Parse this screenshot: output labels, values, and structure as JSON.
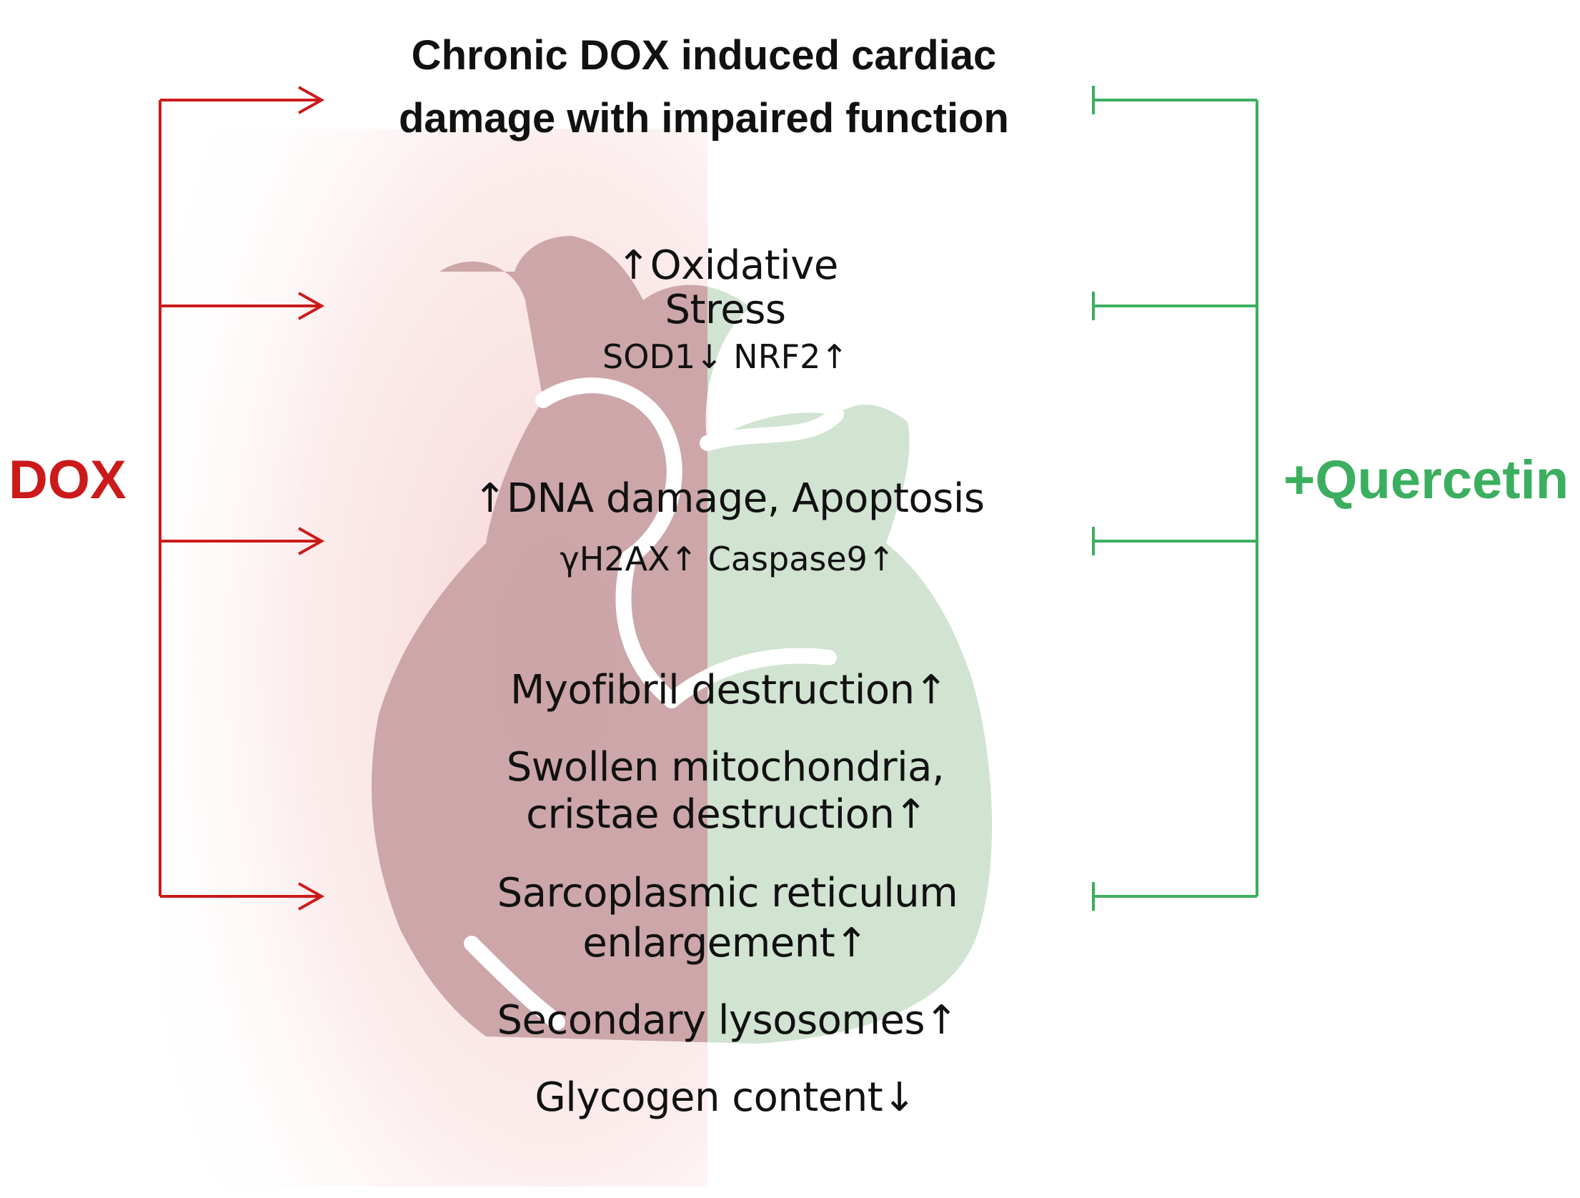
{
  "title_lines": [
    "Chronic DOX induced cardiac",
    "damage with impaired function"
  ],
  "left_label": "DOX",
  "right_label": "+Quercetin",
  "colors": {
    "dox": "#cc1a1a",
    "quercetin": "#3cae5f",
    "heart_left": "#c9a2a5",
    "heart_right": "#cfe2cf"
  },
  "groups": {
    "oxidative": {
      "line1": "↑Oxidative",
      "line2": "Stress",
      "markers": "SOD1↓ NRF2↑"
    },
    "dna": {
      "line1": "↑DNA damage, Apoptosis",
      "markers": "γH2AX↑ Caspase9↑"
    },
    "ultrastructure": [
      "Myofibril destruction↑",
      "Swollen mitochondria,",
      "cristae destruction↑",
      "Sarcoplasmic reticulum",
      "enlargement↑",
      "Secondary lysosomes↑",
      "Glycogen content↓"
    ]
  }
}
